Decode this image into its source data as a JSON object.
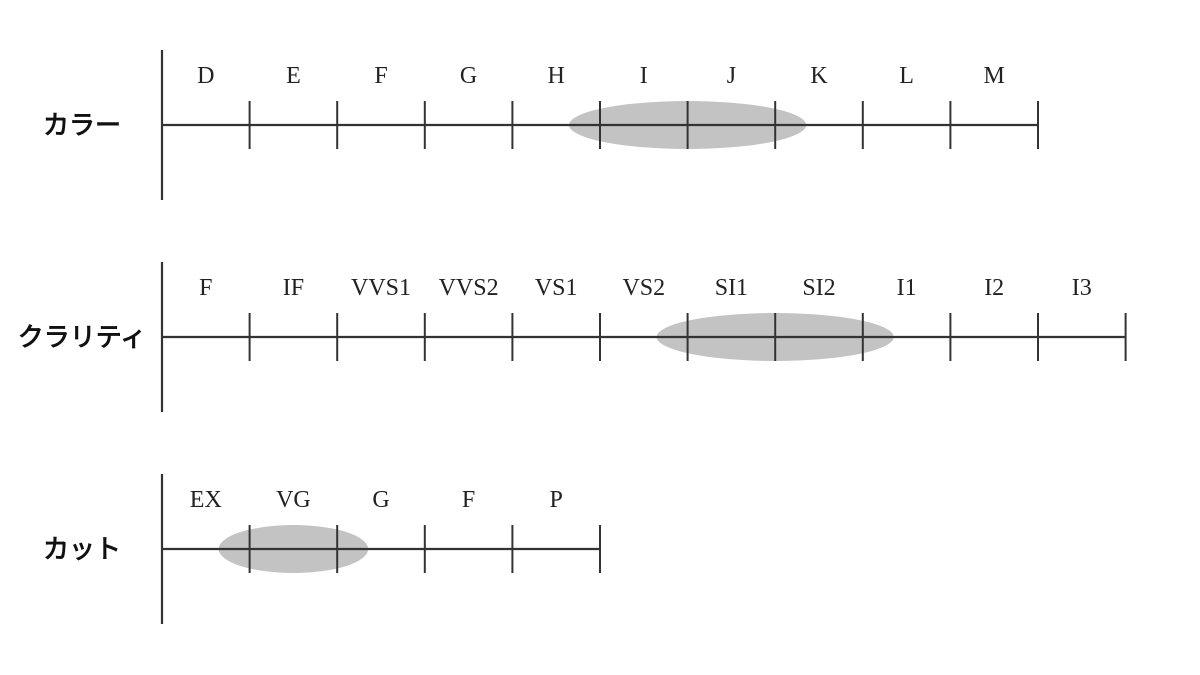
{
  "rows": [
    {
      "label": "カラー",
      "grades": [
        "D",
        "E",
        "F",
        "G",
        "H",
        "I",
        "J",
        "K",
        "L",
        "M"
      ],
      "highlighted_grades": [
        "I",
        "J"
      ]
    },
    {
      "label": "クラリティ",
      "grades": [
        "F",
        "IF",
        "VVS1",
        "VVS2",
        "VS1",
        "VS2",
        "SI1",
        "SI2",
        "I1",
        "I2",
        "I3"
      ],
      "highlighted_grades": [
        "SI1",
        "SI2"
      ]
    },
    {
      "label": "カット",
      "grades": [
        "EX",
        "VG",
        "G",
        "F",
        "P"
      ],
      "highlighted_grades": [
        "VG"
      ]
    }
  ],
  "colors": {
    "highlight": "#c3c3c3",
    "line": "#333333",
    "text": "#111111",
    "background": "#ffffff"
  }
}
